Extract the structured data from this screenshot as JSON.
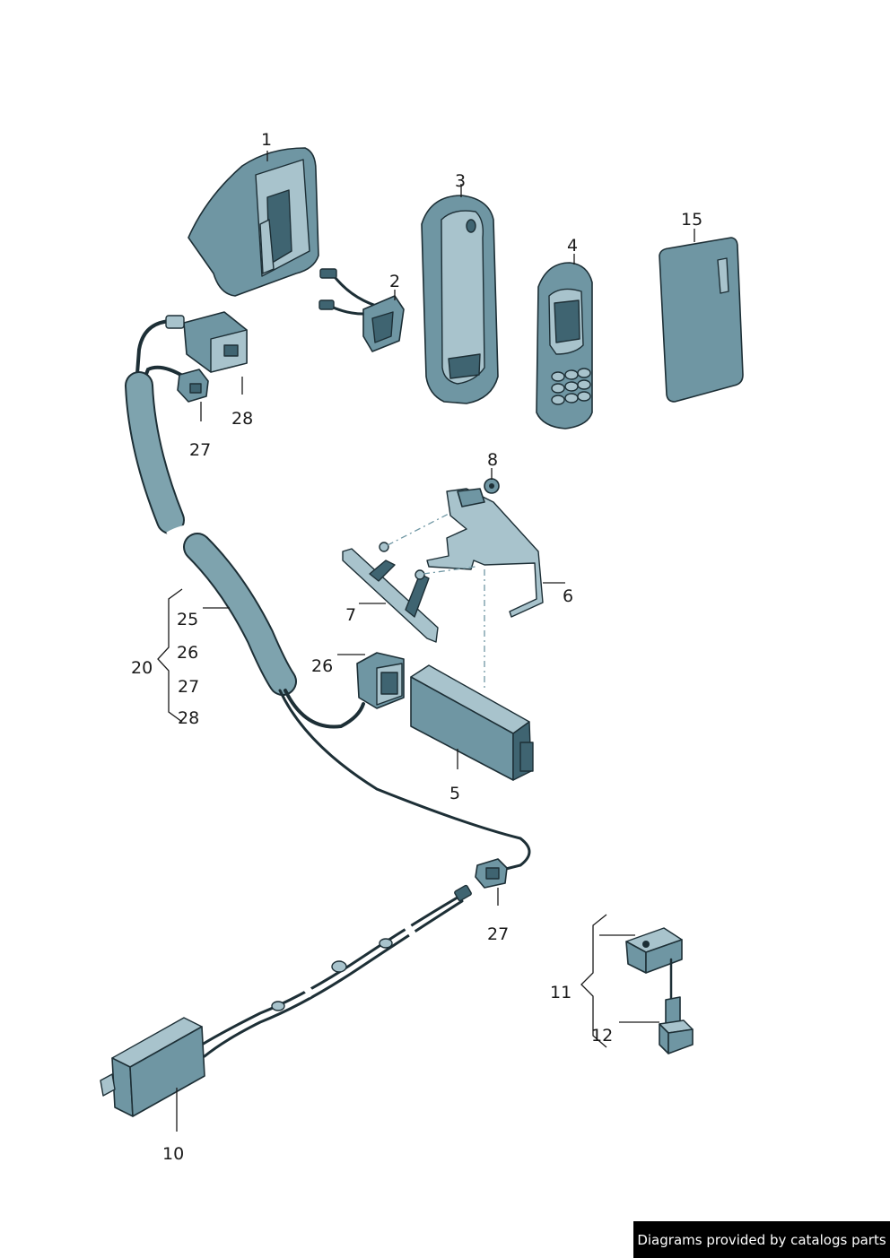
{
  "labels": {
    "p1": "1",
    "p2": "2",
    "p3": "3",
    "p4": "4",
    "p15": "15",
    "p28a": "28",
    "p27a": "27",
    "p8": "8",
    "p6": "6",
    "p7": "7",
    "p20": "20",
    "p25": "25",
    "p26a": "26",
    "p27b": "27",
    "p28b": "28",
    "p26b": "26",
    "p5": "5",
    "p27c": "27",
    "p11": "11",
    "p12": "12",
    "p10": "10"
  },
  "footer": {
    "credit": "Diagrams provided by catalogs parts"
  },
  "colors": {
    "part_fill": "#6f96a3",
    "part_light": "#a8c3cc",
    "part_dark": "#3f6471",
    "outline": "#1d2f36",
    "background": "#ffffff"
  }
}
